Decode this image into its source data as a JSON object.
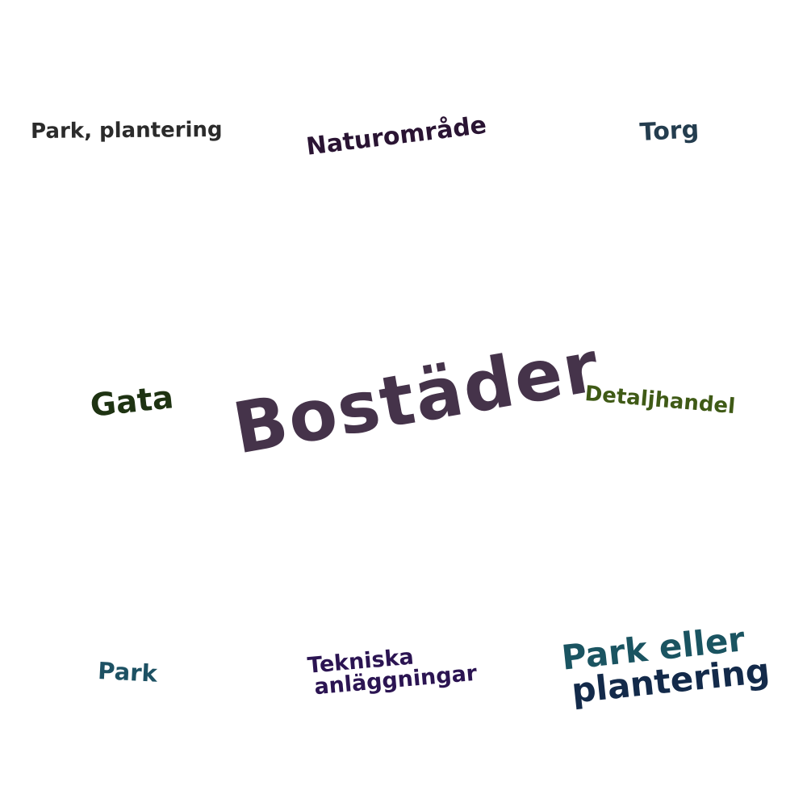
{
  "words": {
    "park_plantering": {
      "text": "Park, plantering",
      "color": "#2b2b2b"
    },
    "naturomrade": {
      "text": "Naturområde",
      "color": "#2a1433"
    },
    "torg": {
      "text": "Torg",
      "color": "#243d4f"
    },
    "gata": {
      "text": "Gata",
      "color": "#1e3312"
    },
    "bostader": {
      "text": "Bostäder",
      "color": "#45334a"
    },
    "detaljhandel": {
      "text": "Detaljhandel",
      "color": "#3f5a16"
    },
    "park": {
      "text": "Park",
      "color": "#1d5163"
    },
    "tekniska": {
      "line1": "Tekniska",
      "line2": "anläggningar",
      "color": "#2b1452"
    },
    "park_eller": {
      "line1": "Park eller",
      "line2": "plantering",
      "color1": "#1a5461",
      "color2": "#132a4a"
    }
  }
}
